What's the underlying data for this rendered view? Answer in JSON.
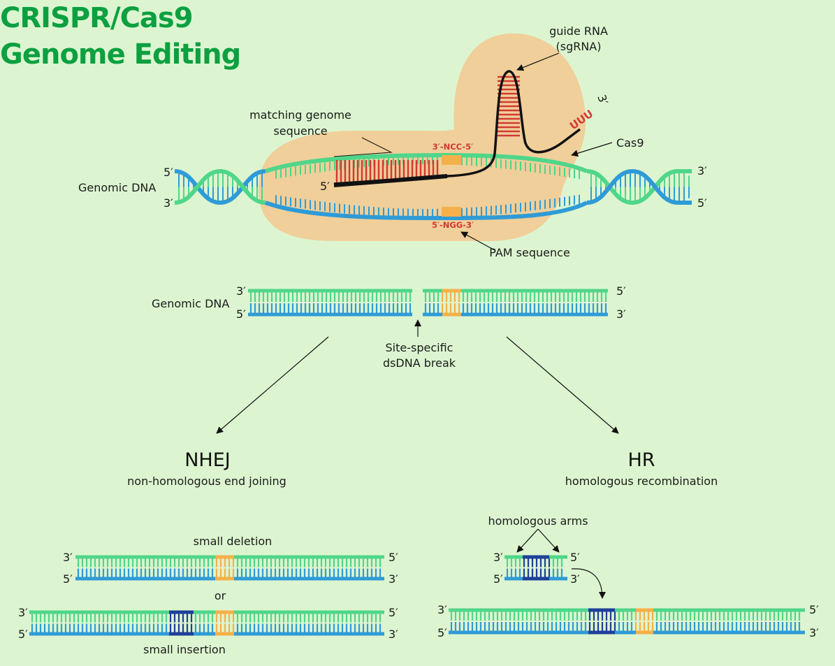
{
  "title": {
    "line1": "CRISPR/Cas9",
    "line2": "Genome Editing"
  },
  "colors": {
    "background": "#dcf5d0",
    "title": "#0ca040",
    "strand_green": "#4fd68a",
    "strand_blue": "#2f9bd6",
    "pam_orange": "#f6b04a",
    "insert_navy": "#1e3f99",
    "guide_red": "#d23a32",
    "cas9": "#f0cf9a"
  },
  "top": {
    "guide_rna": {
      "line1": "guide RNA",
      "line2": "(sgRNA)"
    },
    "rna_tail": "UUU",
    "rna_3prime": "3′",
    "cas9": "Cas9",
    "matching": {
      "line1": "matching genome",
      "line2": "sequence"
    },
    "ncc": "3′-NCC-5′",
    "ngg": "5′-NGG-3′",
    "pam": "PAM sequence",
    "genomic_dna": "Genomic DNA",
    "left_top": "5′",
    "left_bottom": "3′",
    "right_top": "3′",
    "right_bottom": "5′",
    "rna_5prime": "5′"
  },
  "middle": {
    "genomic_dna": "Genomic DNA",
    "left_top": "3′",
    "left_bottom": "5′",
    "right_top": "5′",
    "right_bottom": "3′",
    "break": {
      "line1": "Site-specific",
      "line2": "dsDNA break"
    }
  },
  "nhej": {
    "title": "NHEJ",
    "subtitle": "non-homologous end joining",
    "deletion": "small deletion",
    "or": "or",
    "insertion": "small insertion",
    "del_lt": "3′",
    "del_lb": "5′",
    "del_rt": "5′",
    "del_rb": "3′",
    "ins_lt": "3′",
    "ins_lb": "5′",
    "ins_rt": "5′",
    "ins_rb": "3′"
  },
  "hr": {
    "title": "HR",
    "subtitle": "homologous recombination",
    "arms": "homologous arms",
    "arm_lt": "3′",
    "arm_lb": "5′",
    "arm_rt": "5′",
    "arm_rb": "3′",
    "long_lt": "3′",
    "long_lb": "5′",
    "long_rt": "5′",
    "long_rb": "3′"
  }
}
